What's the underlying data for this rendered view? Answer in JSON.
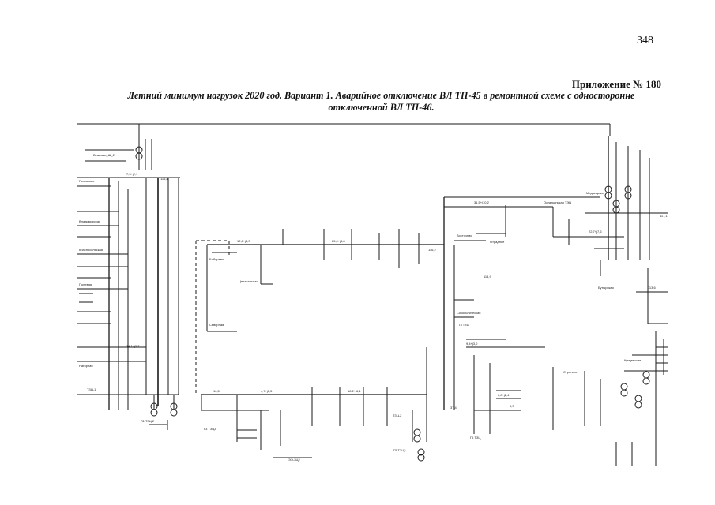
{
  "page": {
    "number": "348",
    "appendix": "Приложение № 180",
    "title_line1": "Летний минимум нагрузок 2020 год. Вариант 1. Аварийное отключение ВЛ ТП-45 в ремонтной схеме с односторонне",
    "title_line2": "отключенной ВЛ ТП-46."
  },
  "diagram": {
    "stroke_color": "#1a1a1a",
    "labels": {
      "source_node": "Вешняки_Ш_2",
      "left_bus": "Гольяново",
      "left_node_1": "Владимирская",
      "left_node_2": "Красносельская",
      "left_node_3": "Полевая",
      "left_node_4": "Нагорная",
      "transformer_left_1": "ТЗЦ-1",
      "transformer_left_2": "Л1 ТЗЦ 2",
      "transformer_left_3": "Г3 ТЗЦ3",
      "mid_node_1": "Бибирево",
      "mid_node_2": "Центральная",
      "mid_node_3": "Северная",
      "mid_node_4": "Восточная",
      "mid_node_5": "Сокольническая",
      "right_node_1": "Останкинская ТЭЦ",
      "right_node_2": "Медведково",
      "right_node_3": "Отрадное",
      "right_node_4": "Бутырская",
      "right_node_5": "Строгино",
      "right_node_6": "Кунцевская",
      "transformer_mid_1": "Т3 ТЗЦ",
      "transformer_mid_2": "Г5 ТЗЦ2",
      "transformer_mid_3": "Г6 ТЗЦ",
      "transformer_right_1": "ТЗЦ-2",
      "footer_label": "ЭЭ-ЗЦ2",
      "val_1": "7,3+j2,1",
      "val_2": "12,6+j4,3",
      "val_3": "25,0+j8,8",
      "val_4": "4,7+j1,5",
      "val_5": "18,2+j6,1",
      "val_6": "9,4+j3,0",
      "val_7": "31,5+j10,2",
      "val_8": "6,8+j2,4",
      "val_9": "14,1+j5,2",
      "val_10": "22,7+j7,6",
      "val_11": "115,8",
      "val_12": "116,2",
      "val_13": "114,9",
      "val_14": "117,1",
      "val_15": "113,6",
      "val_16": "10,5",
      "val_17": "6,3",
      "val_18": "37,4"
    }
  }
}
